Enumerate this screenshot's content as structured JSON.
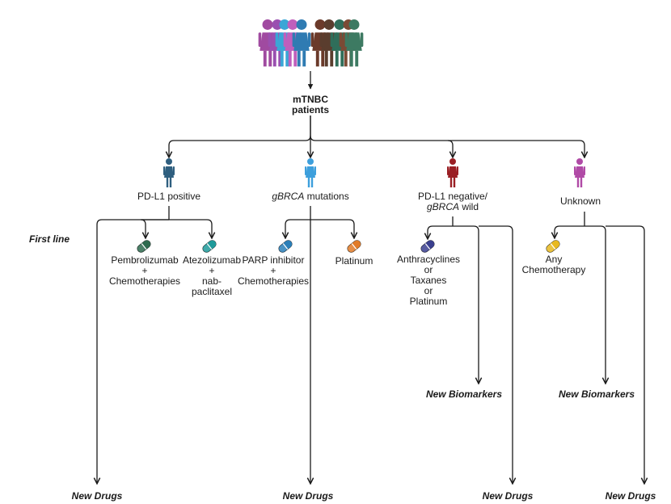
{
  "root": {
    "label_line1": "mTNBC",
    "label_line2": "patients",
    "crowd_colors": [
      "#a04aa0",
      "#9a4fb0",
      "#3aa6d6",
      "#c05fbc",
      "#2f7bb2",
      "#6b3a2a",
      "#5a3d2e",
      "#2f6e5a",
      "#7b4a35",
      "#3d7a62"
    ]
  },
  "first_line_label": "First line",
  "branches": [
    {
      "id": "pdl1-positive",
      "label": "PD-L1 positive",
      "figure_color": "#2f5f7f",
      "treatments": [
        {
          "lines": [
            "Pembrolizumab",
            "+",
            "Chemotherapies"
          ],
          "pill_color": "#2e6b4f"
        },
        {
          "lines": [
            "Atezolizumab",
            "+",
            "nab-",
            "paclitaxel"
          ],
          "pill_color": "#1f9a9a"
        }
      ],
      "outcomes": [
        "New Drugs"
      ]
    },
    {
      "id": "gbrca",
      "label_italic": "gBRCA",
      "label_rest": " mutations",
      "figure_color": "#3d9fdc",
      "treatments": [
        {
          "lines": [
            "PARP inhibitor",
            "+",
            "Chemotherapies"
          ],
          "pill_color": "#2a7fb8"
        },
        {
          "lines": [
            "Platinum"
          ],
          "pill_color": "#e07b28"
        }
      ],
      "outcomes": [
        "New Drugs"
      ]
    },
    {
      "id": "pdl1-negative",
      "label_line1": "PD-L1 negative/",
      "label_italic": "gBRCA",
      "label_rest": " wild",
      "figure_color": "#9a1f24",
      "treatments": [
        {
          "lines": [
            "Anthracyclines",
            "or",
            "Taxanes",
            "or",
            "Platinum"
          ],
          "pill_color": "#3b3f8f"
        }
      ],
      "outcomes": [
        "New Biomarkers",
        "New Drugs"
      ]
    },
    {
      "id": "unknown",
      "label": "Unknown",
      "figure_color": "#b04aa6",
      "treatments": [
        {
          "lines": [
            "Any",
            "Chemotherapy"
          ],
          "pill_color": "#e8b820"
        }
      ],
      "outcomes": [
        "New Biomarkers",
        "New Drugs"
      ]
    }
  ]
}
